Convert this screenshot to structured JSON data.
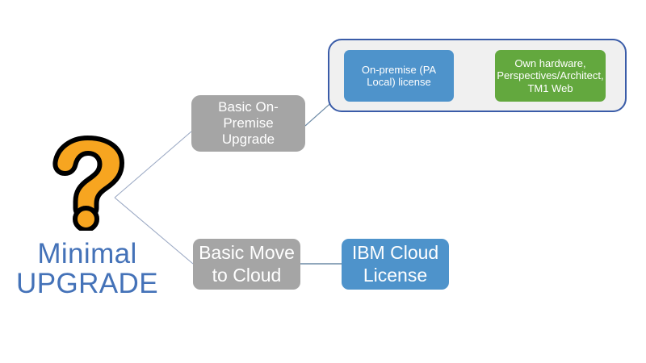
{
  "diagram": {
    "title_line_1": "Minimal",
    "title_line_2": "UPGRADE",
    "root_icon": "question-mark-icon",
    "colors": {
      "root_text": "#4472B8",
      "question_mark_fill": "#F7A520",
      "question_mark_stroke": "#000000",
      "gray_node": "#A5A5A5",
      "blue_node": "#4E93CB",
      "green_node": "#63A83E",
      "group_border": "#3A5CA8",
      "group_fill": "#F0F0F0",
      "connector_branch": "#9BA9C4",
      "connector_green": "#A9C89A",
      "connector_blue": "#6C8AA6"
    },
    "branches": [
      {
        "id": "basic-on-premise-upgrade",
        "label": "Basic On-Premise Upgrade",
        "style": "gray"
      },
      {
        "id": "basic-move-to-cloud",
        "label": "Basic Move to Cloud",
        "style": "gray"
      }
    ],
    "group_onprem": {
      "items": [
        {
          "id": "on-premise-license",
          "label": "On-premise (PA Local) license",
          "style": "blue"
        },
        {
          "id": "own-hardware",
          "label": "Own hardware, Perspectives/Architect, TM1 Web",
          "style": "green"
        }
      ]
    },
    "cloud_outcome": {
      "id": "ibm-cloud-license",
      "label": "IBM Cloud License",
      "style": "blue"
    }
  }
}
